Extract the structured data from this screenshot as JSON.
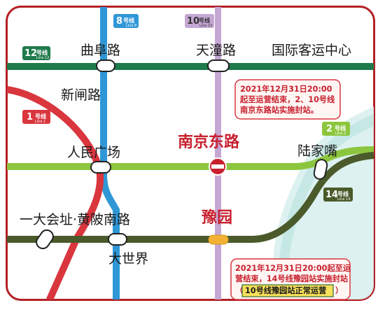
{
  "colors": {
    "frame": "#b32025",
    "line1": "#d9363e",
    "line2": "#8cc63e",
    "line8": "#2f97d6",
    "line10": "#c5a7d4",
    "line12": "#1f7a4c",
    "line14": "#4a5a2a",
    "closed_station": "#c8202e",
    "yuyuan_station": "#f2b134"
  },
  "lines": {
    "line1": {
      "num": "1",
      "zh": "号线",
      "en": "Line 1"
    },
    "line2": {
      "num": "2",
      "zh": "号线",
      "en": "Line 2"
    },
    "line8": {
      "num": "8",
      "zh": "号线",
      "en": "Line 8"
    },
    "line10": {
      "num": "10",
      "zh": "号线",
      "en": "Line 10"
    },
    "line12": {
      "num": "12",
      "zh": "号线",
      "en": "Line 12"
    },
    "line14": {
      "num": "14",
      "zh": "号线",
      "en": "Line 14"
    }
  },
  "stations": {
    "qufulu": "曲阜路",
    "tiantonglu": "天潼路",
    "guojikeyun": "国际客运中心",
    "xinzhalu": "新闸路",
    "renminguangchang": "人民广场",
    "nanjingdonglu": "南京东路",
    "lujiazui": "陆家嘴",
    "dahuihuangpi": "一大会址·黄陂南路",
    "yuyuan": "豫园",
    "dashijie": "大世界"
  },
  "notices": {
    "nanjing": {
      "line1": "2021年12月31日20:00",
      "line2": "起至运营结束，2、10号线",
      "line3": "南京东路站实施封站。"
    },
    "yuyuan": {
      "line1": "2021年12月31日20:00起至运",
      "line2": "营结束，14号线豫园站实施封站",
      "line3_open": "（",
      "line3_box": "10号线豫园站正常运营",
      "line3_close": "）"
    }
  }
}
